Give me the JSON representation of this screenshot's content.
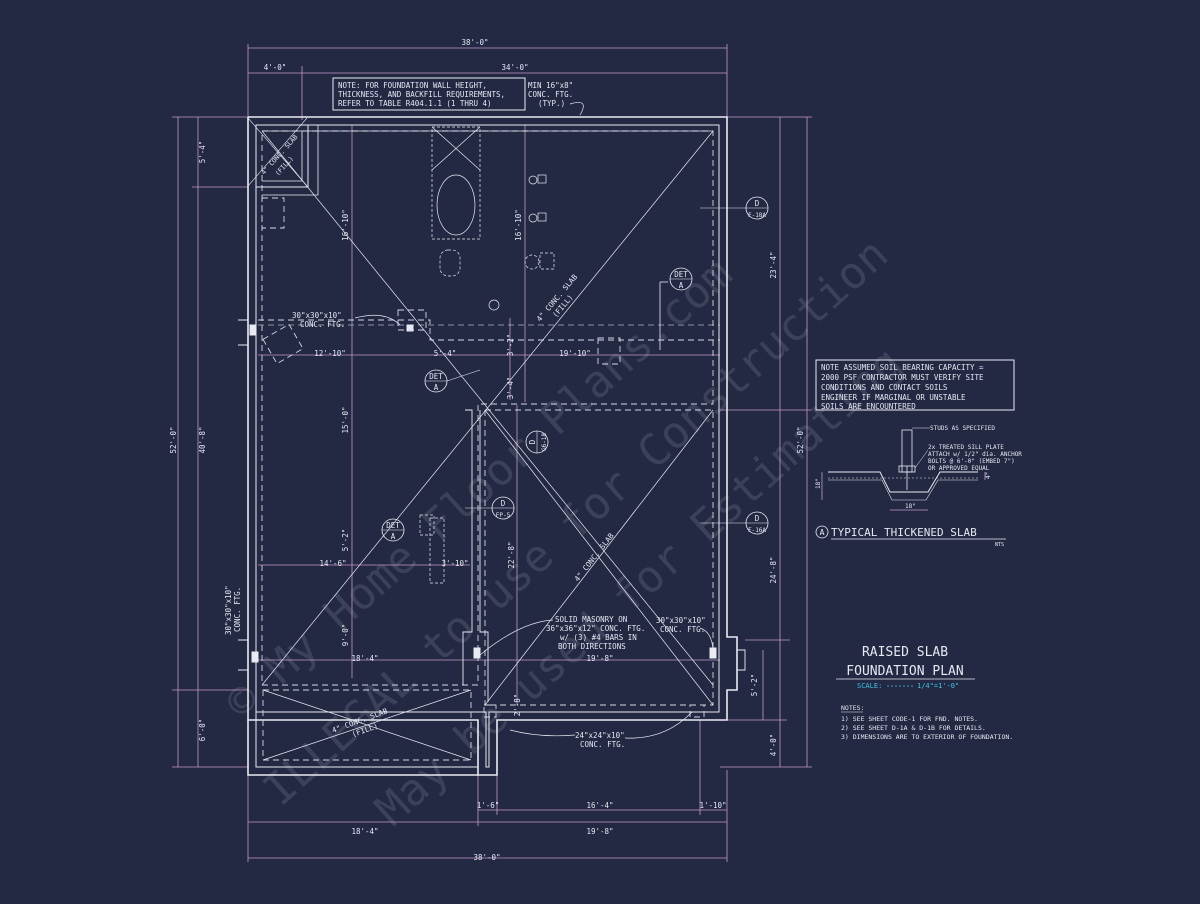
{
  "dims": {
    "overall_width": "38'-0\"",
    "top_left": "4'-0\"",
    "top_right": "34'-0\"",
    "left_top": "5'-4\"",
    "left_40": "40'-8\"",
    "left_52": "52'-0\"",
    "left_bottom": "6'-0\"",
    "right_23": "23'-4\"",
    "right_52": "52'-0\"",
    "right_24": "24'-8\"",
    "right_4": "4'-0\"",
    "right_5": "5'-2\"",
    "int_16_a": "16'-10\"",
    "int_16_b": "16'-10\"",
    "int_12": "12'-10\"",
    "int_5_4": "5'-4\"",
    "int_19": "19'-10\"",
    "int_15": "15'-0\"",
    "int_5_2": "5'-2\"",
    "int_3_4": "3'-4\"",
    "int_3_2": "3'-2\"",
    "int_14": "14'-6\"",
    "int_3_10": "3'-10\"",
    "int_22": "22'-8\"",
    "int_9": "9'-0\"",
    "int_18_4a": "18'-4\"",
    "int_19_8a": "19'-8\"",
    "int_2_8": "2'-8\"",
    "bot_1_6": "1'-6\"",
    "bot_16_4": "16'-4\"",
    "bot_1_10": "1'-10\"",
    "bot_18_4": "18'-4\"",
    "bot_19_8": "19'-8\"",
    "bot_38": "38'-0\""
  },
  "notes": {
    "top_note": [
      "NOTE: FOR FOUNDATION WALL HEIGHT,",
      "THICKNESS, AND BACKFILL REQUIREMENTS,",
      "REFER TO TABLE R404.1.1 (1 THRU 4)"
    ],
    "min_ftg": [
      "MIN 16\"x8\"",
      "CONC. FTG.",
      "(TYP.)"
    ],
    "ftg_30_a": [
      "30\"x30\"x10\"",
      "CONC. FTG."
    ],
    "ftg_30_b": [
      "30\"x30\"x10\"",
      "CONC. FTG."
    ],
    "ftg_30_c": [
      "30\"x30\"x10\"",
      "CONC. FTG."
    ],
    "ftg_24": [
      "24\"x24\"x10\"",
      "CONC. FTG."
    ],
    "masonry": [
      "SOLID MASONRY ON",
      "36\"x36\"x12\" CONC. FTG.",
      "w/ (3) #4 BARS IN",
      "BOTH DIRECTIONS"
    ],
    "slab_4_fill_a": [
      "4\" CONC. SLAB",
      "(FILL)"
    ],
    "slab_4_fill_b": [
      "4\" CONC. SLAB",
      "(FILL)"
    ],
    "slab_4_fill_c": [
      "4\" CONC. SLAB",
      "(FILL)"
    ],
    "slab_4": "4\" CONC. SLAB",
    "soil": [
      "NOTE ASSUMED SOIL BEARING CAPACITY =",
      "2000 PSF CONTRACTOR MUST VERIFY SITE",
      "CONDITIONS AND CONTACT SOILS",
      "ENGINEER IF MARGINAL OR UNSTABLE",
      "SOILS ARE ENCOUNTERED"
    ]
  },
  "detail": {
    "studs": "STUDS AS SPECIFIED",
    "sill": [
      "2x TREATED SILL PLATE",
      "ATTACH w/ 1/2\" dia. ANCHOR",
      "BOLTS @ 6'-0\" (EMBED 7\")",
      "OR APPROVED EQUAL"
    ],
    "dim_18a": "18\"",
    "dim_18b": "18\"",
    "dim_4": "4\"",
    "marker": "A",
    "title": "TYPICAL THICKENED SLAB",
    "nts": "NTS"
  },
  "tags": {
    "det": "DET",
    "a": "A",
    "d": "D",
    "f18a": "F-18A",
    "f16a": "F-16A",
    "fp5": "FP-5",
    "g618": "G6-18"
  },
  "title_block": {
    "line1": "RAISED SLAB",
    "line2": "FOUNDATION PLAN",
    "scale_label": "SCALE:",
    "scale_value": "1/4\"=1'-0\"",
    "notes_label": "NOTES:",
    "notes": [
      "1) SEE SHEET CODE-1 FOR FND. NOTES.",
      "2) SEE SHEET D-1A & D-1B FOR DETAILS.",
      "3) DIMENSIONS ARE TO EXTERIOR OF FOUNDATION."
    ]
  },
  "watermark": {
    "line1": "© My Home Floor Plans.com",
    "line2": "ILLEGAL to use for Construction",
    "line3": "May be used for Estimating"
  },
  "colors": {
    "background": "#232843",
    "line": "#e9ebf3",
    "dimension": "#c59ac4",
    "scale": "#3ec6e6"
  }
}
